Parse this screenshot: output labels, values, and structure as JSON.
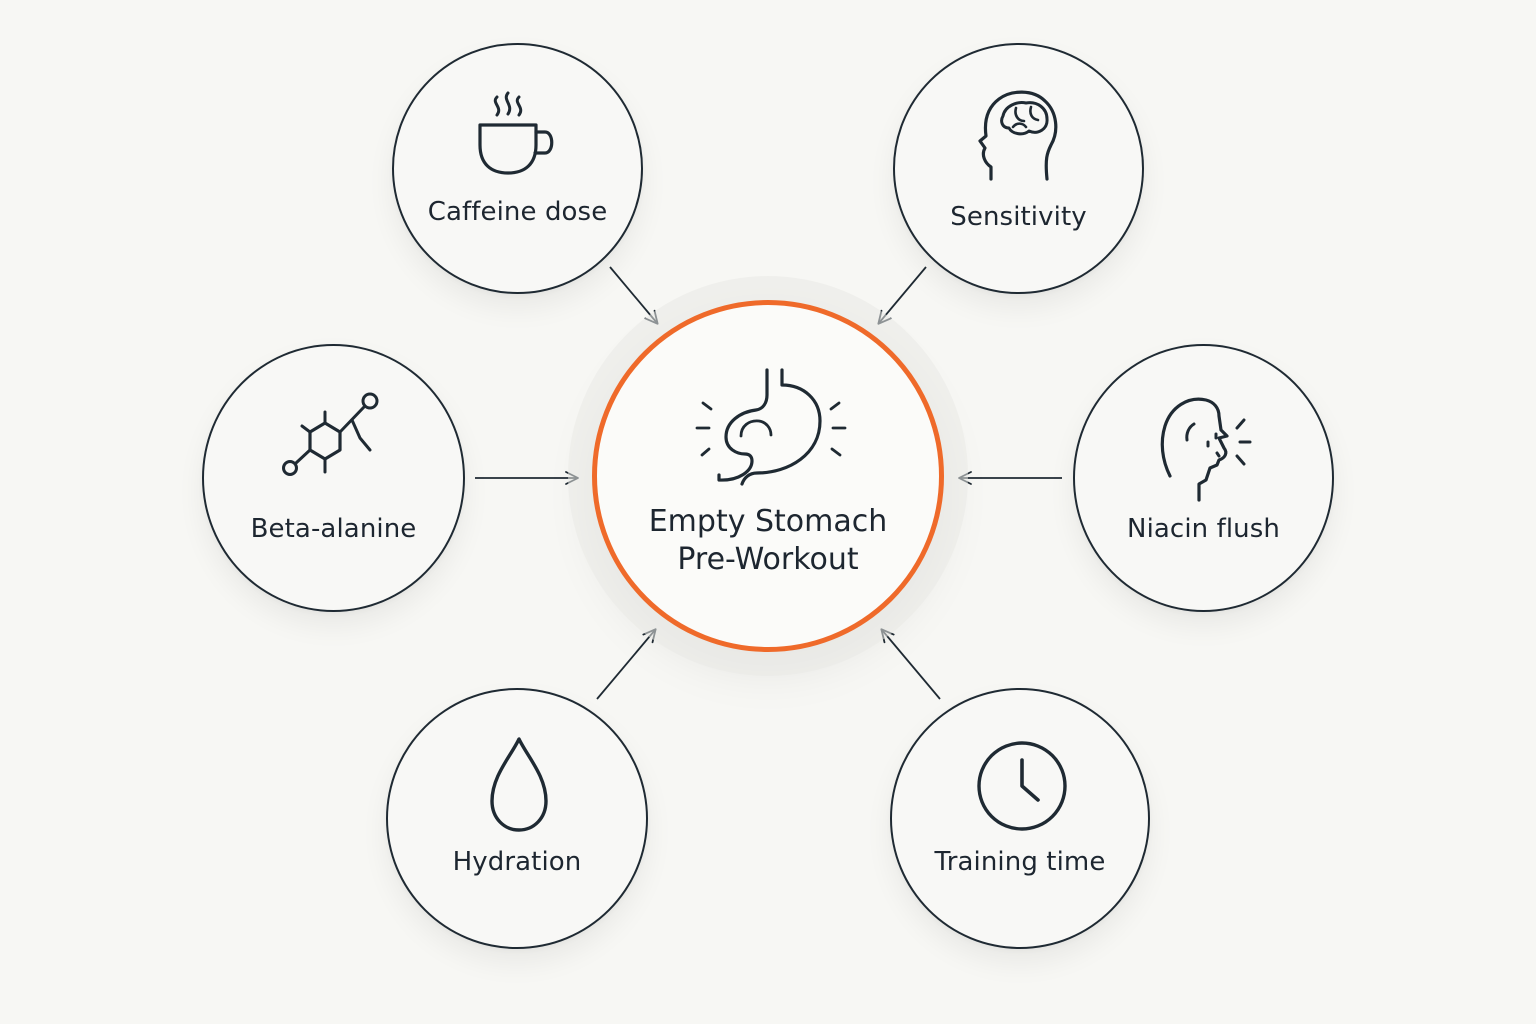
{
  "center": {
    "title_line1": "Empty Stomach",
    "title_line2": "Pre-Workout",
    "icon": "stomach-icon",
    "accent_color": "#ef6a2a"
  },
  "factors": [
    {
      "id": "caffeine",
      "label": "Caffeine dose",
      "icon": "coffee-cup-icon"
    },
    {
      "id": "sensitivity",
      "label": "Sensitivity",
      "icon": "head-brain-icon"
    },
    {
      "id": "beta-alanine",
      "label": "Beta-alanine",
      "icon": "molecule-icon"
    },
    {
      "id": "niacin",
      "label": "Niacin flush",
      "icon": "face-flush-icon"
    },
    {
      "id": "hydration",
      "label": "Hydration",
      "icon": "water-drop-icon"
    },
    {
      "id": "training-time",
      "label": "Training time",
      "icon": "clock-icon"
    }
  ],
  "colors": {
    "background": "#f7f7f4",
    "stroke": "#1f2a33",
    "text": "#1d2630"
  }
}
